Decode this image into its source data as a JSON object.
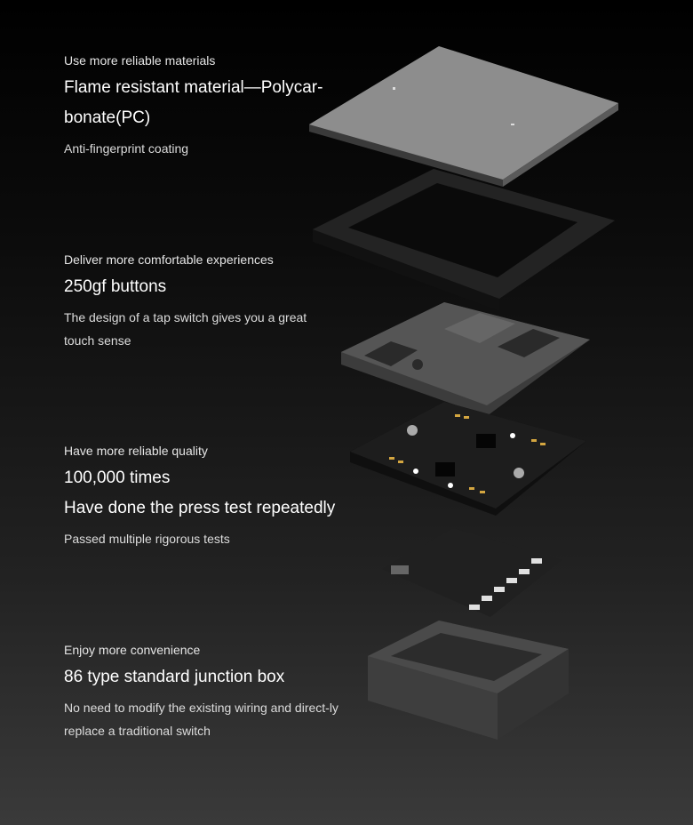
{
  "sections": [
    {
      "kicker": "Use more reliable materials",
      "headings": [
        "Flame resistant material—Polycar-\nbonate(PC)"
      ],
      "description": "Anti-fingerprint coating"
    },
    {
      "kicker": "Deliver more comfortable experiences",
      "headings": [
        "250gf buttons"
      ],
      "description": "The design of a tap switch gives you a great touch sense"
    },
    {
      "kicker": "Have more reliable quality",
      "headings": [
        "100,000 times",
        "Have done the press test repeatedly"
      ],
      "description": "Passed multiple rigorous tests"
    },
    {
      "kicker": "Enjoy more convenience",
      "headings": [
        "86 type standard junction box"
      ],
      "description": "No need to modify the existing wiring and direct-ly replace a traditional switch"
    }
  ]
}
